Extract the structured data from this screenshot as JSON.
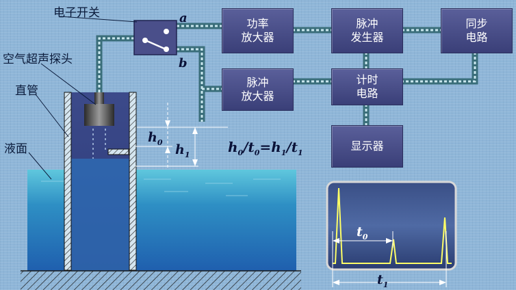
{
  "labels": {
    "switch": "电子开关",
    "transducer": "空气超声探头",
    "pipe": "直管",
    "liquid": "液面"
  },
  "ports": {
    "a": "a",
    "b": "b"
  },
  "heights": {
    "h0": "h",
    "h0_sub": "0",
    "h1": "h",
    "h1_sub": "1"
  },
  "formula": {
    "h0": "h",
    "h0_sub": "0",
    "slash1": "/",
    "t0": "t",
    "t0_sub": "0",
    "eq": "=",
    "h1": "h",
    "h1_sub": "1",
    "slash2": "/",
    "t1": "t",
    "t1_sub": "1"
  },
  "blocks": {
    "power_amp": [
      "功率",
      "放大器"
    ],
    "pulse_gen": [
      "脉冲",
      "发生器"
    ],
    "sync": [
      "同步",
      "电路"
    ],
    "pulse_amp": [
      "脉冲",
      "放大器"
    ],
    "timer": [
      "计时",
      "电路"
    ],
    "display": [
      "显示器"
    ]
  },
  "scope": {
    "t0": "t",
    "t0_sub": "0",
    "t1": "t",
    "t1_sub": "1"
  },
  "colors": {
    "block": "#4a4f8a",
    "wire": "#4a7f8a",
    "water": "#2f8fc4",
    "scope_trace": "#ffff66"
  }
}
